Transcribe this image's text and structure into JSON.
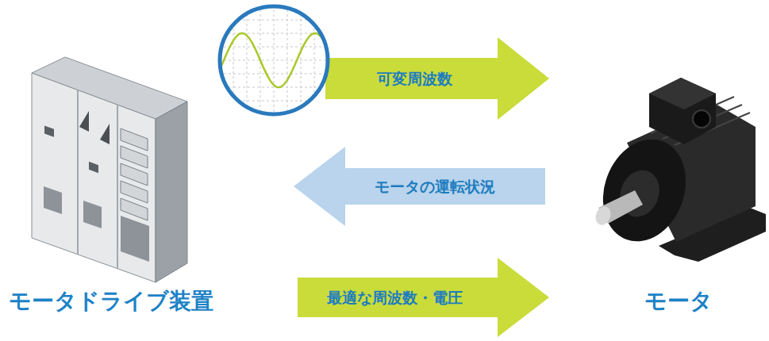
{
  "diagram": {
    "nodes": [
      {
        "text": [
          "モータドライブ装置"
        ]
      },
      {
        "text": [
          "モータ"
        ]
      }
    ],
    "edges": [
      {
        "from": 0,
        "to": 1,
        "arrow": "to",
        "label": "可変周波数"
      },
      {
        "from": 1,
        "to": 0,
        "arrow": "to",
        "label": "モータの運転状況"
      },
      {
        "from": 0,
        "to": 1,
        "arrow": "to",
        "label": "最適な周波数・電圧"
      }
    ]
  }
}
